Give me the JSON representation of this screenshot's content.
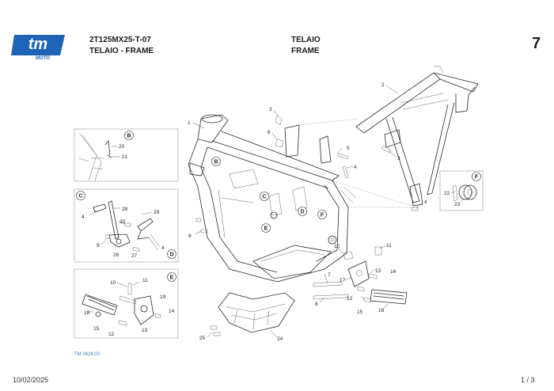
{
  "brand": {
    "logo_text": "tm",
    "logo_sub": "MOTO",
    "colors": {
      "logo": "#1e63b5",
      "ref": "#3f7fb5"
    }
  },
  "header": {
    "model_code": "2T125MX25-T-07",
    "group_title_it_en": "TELAIO - FRAME",
    "group_it": "TELAIO",
    "group_en": "FRAME",
    "table_number": "7"
  },
  "reference": "TM 0624.03",
  "footer": {
    "date": "10/02/2025",
    "page": "1 / 3"
  },
  "callouts": {
    "c1": "1",
    "c2": "2",
    "c3a": "3",
    "c3b": "3",
    "c4a": "4",
    "c4b": "4",
    "c4c": "4",
    "c4d": "4",
    "c5": "5",
    "c6": "6",
    "c7": "7",
    "c8": "8",
    "c9a": "9",
    "c9b": "9",
    "c10a": "10",
    "c10b": "10",
    "c11a": "11",
    "c11b": "11",
    "c12a": "12",
    "c12b": "12",
    "c13a": "13",
    "c13b": "13",
    "c14a": "14",
    "c14b": "14",
    "c15a": "15",
    "c15b": "15",
    "c16": "16",
    "c17": "17",
    "c18": "18",
    "c19": "19",
    "c20": "20",
    "c21": "21",
    "c22": "22",
    "c23": "23",
    "c24": "24",
    "c25": "25",
    "c26": "26",
    "c27": "27",
    "c28": "28",
    "c29": "29",
    "c30": "30"
  },
  "detail_circles": {
    "B": "B",
    "B2": "B",
    "C": "C",
    "C2": "C",
    "D": "D",
    "D2": "D",
    "E": "E",
    "E2": "E",
    "F": "F",
    "F2": "F"
  }
}
